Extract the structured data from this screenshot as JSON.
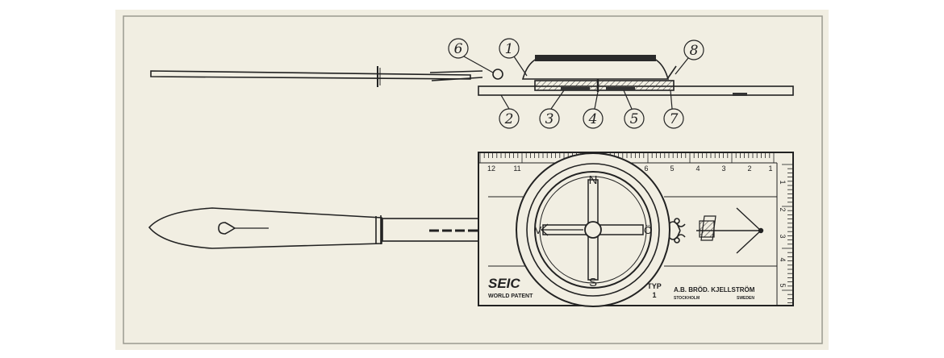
{
  "side_view": {
    "callouts": [
      "1",
      "2",
      "3",
      "4",
      "5",
      "6",
      "7",
      "8"
    ]
  },
  "plate": {
    "ruler_top_ticks": [
      "12",
      "11",
      "6",
      "5",
      "4",
      "3",
      "2",
      "1"
    ],
    "ruler_side_ticks": [
      "1",
      "2",
      "3",
      "4",
      "5"
    ],
    "compass_dirs": {
      "north": "N",
      "south": "S",
      "west": "V",
      "east": "Ö"
    },
    "brand": "SEIC",
    "patent": "WORLD PATENT",
    "typ_label": "TYP",
    "typ_value": "1",
    "maker": "A.B. BRÖD. KJELLSTRÖM",
    "maker_city": "STOCKHOLM",
    "maker_country": "SWEDEN"
  },
  "colors": {
    "ink": "#222222",
    "paper": "#f1eee2",
    "frame": "#9a9a90"
  }
}
